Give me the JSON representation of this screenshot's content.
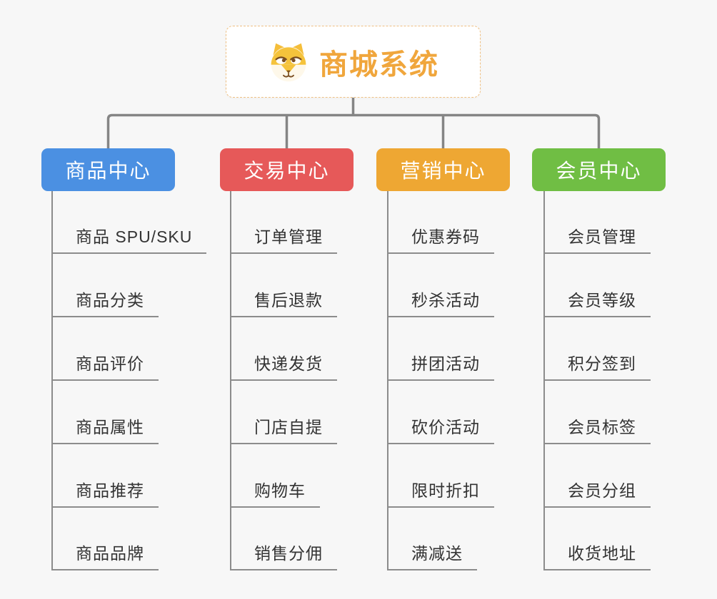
{
  "root": {
    "title": "商城系统",
    "title_color": "#f0a63c",
    "border_color": "#efc083",
    "icon": "dog-face-icon"
  },
  "branches": [
    {
      "label": "商品中心",
      "color": "#4b90e2",
      "children": [
        "商品 SPU/SKU",
        "商品分类",
        "商品评价",
        "商品属性",
        "商品推荐",
        "商品品牌"
      ]
    },
    {
      "label": "交易中心",
      "color": "#e65959",
      "children": [
        "订单管理",
        "售后退款",
        "快递发货",
        "门店自提",
        "购物车",
        "销售分佣"
      ]
    },
    {
      "label": "营销中心",
      "color": "#eea733",
      "children": [
        "优惠券码",
        "秒杀活动",
        "拼团活动",
        "砍价活动",
        "限时折扣",
        "满减送"
      ]
    },
    {
      "label": "会员中心",
      "color": "#70be44",
      "children": [
        "会员管理",
        "会员等级",
        "积分签到",
        "会员标签",
        "会员分组",
        "收货地址"
      ]
    }
  ],
  "connector_color": "#858585",
  "line_color": "#8c8c8c",
  "background_color": "#f7f7f7"
}
